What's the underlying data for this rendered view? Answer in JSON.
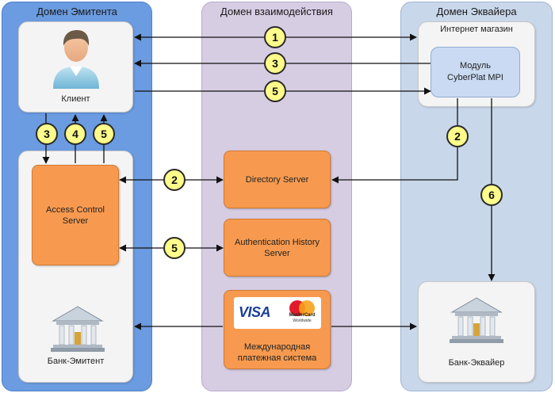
{
  "domains": {
    "issuer": "Домен Эмитента",
    "interop": "Домен взаимодействия",
    "acquirer": "Домен Эквайера"
  },
  "nodes": {
    "client": "Клиент",
    "acs": "Access Control Server",
    "issuer_bank": "Банк-Эмитент",
    "directory_server": "Directory Server",
    "ahs": "Authentication History Server",
    "payment_system": "Международная платежная система",
    "visa": "VISA",
    "mastercard": "MasterCard",
    "mastercard_sub": "Worldwide",
    "shop": "Интернет магазин",
    "mpi": "Модуль CyberPlat MPI",
    "acquirer_bank": "Банк-Эквайер"
  },
  "steps": {
    "s1": "1",
    "s3a": "3",
    "s5a": "5",
    "s3b": "3",
    "s4": "4",
    "s5b": "5",
    "s2a": "2",
    "s5c": "5",
    "s2b": "2",
    "s6": "6"
  },
  "colors": {
    "issuer_domain": "#6b9be0",
    "interop_domain": "#d7cde3",
    "acquirer_domain": "#c9d7ea",
    "process_box": "#f79a4f",
    "step_marker": "#fefc8a"
  }
}
